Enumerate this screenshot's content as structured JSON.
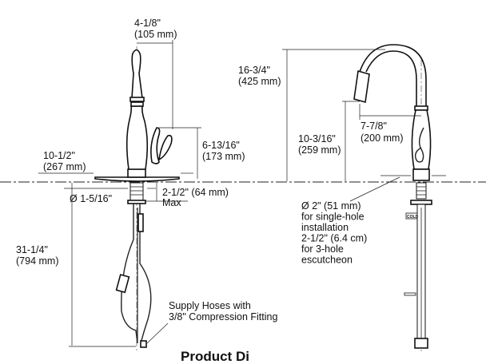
{
  "front_view": {
    "spout_offset": {
      "in": "4-1/8\"",
      "mm": "(105 mm)"
    },
    "escutcheon_width": {
      "in": "10-1/2\"",
      "mm": "(267 mm)"
    },
    "handle_height": {
      "in": "6-13/16\"",
      "mm": "(173 mm)"
    },
    "shank_diameter": "Ø 1-5/16\"",
    "deck_thickness": {
      "line1": "2-1/2\" (64 mm)",
      "line2": "Max"
    },
    "below_deck_length": {
      "in": "31-1/4\"",
      "mm": "(794 mm)"
    },
    "supply_note": {
      "line1": "Supply Hoses with",
      "line2": "3/8\" Compression Fitting"
    }
  },
  "side_view": {
    "overall_height": {
      "in": "16-3/4\"",
      "mm": "(425 mm)"
    },
    "spout_height": {
      "in": "10-3/16\"",
      "mm": "(259 mm)"
    },
    "spout_reach": {
      "in": "7-7/8\"",
      "mm": "(200 mm)"
    },
    "hole_note": [
      "Ø 2\" (51 mm)",
      "for single-hole",
      "installation",
      "2-1/2\" (6.4 cm)",
      "for 3-hole",
      "escutcheon"
    ],
    "cold_label": "COLD"
  },
  "footer": {
    "title": "Product Di"
  }
}
